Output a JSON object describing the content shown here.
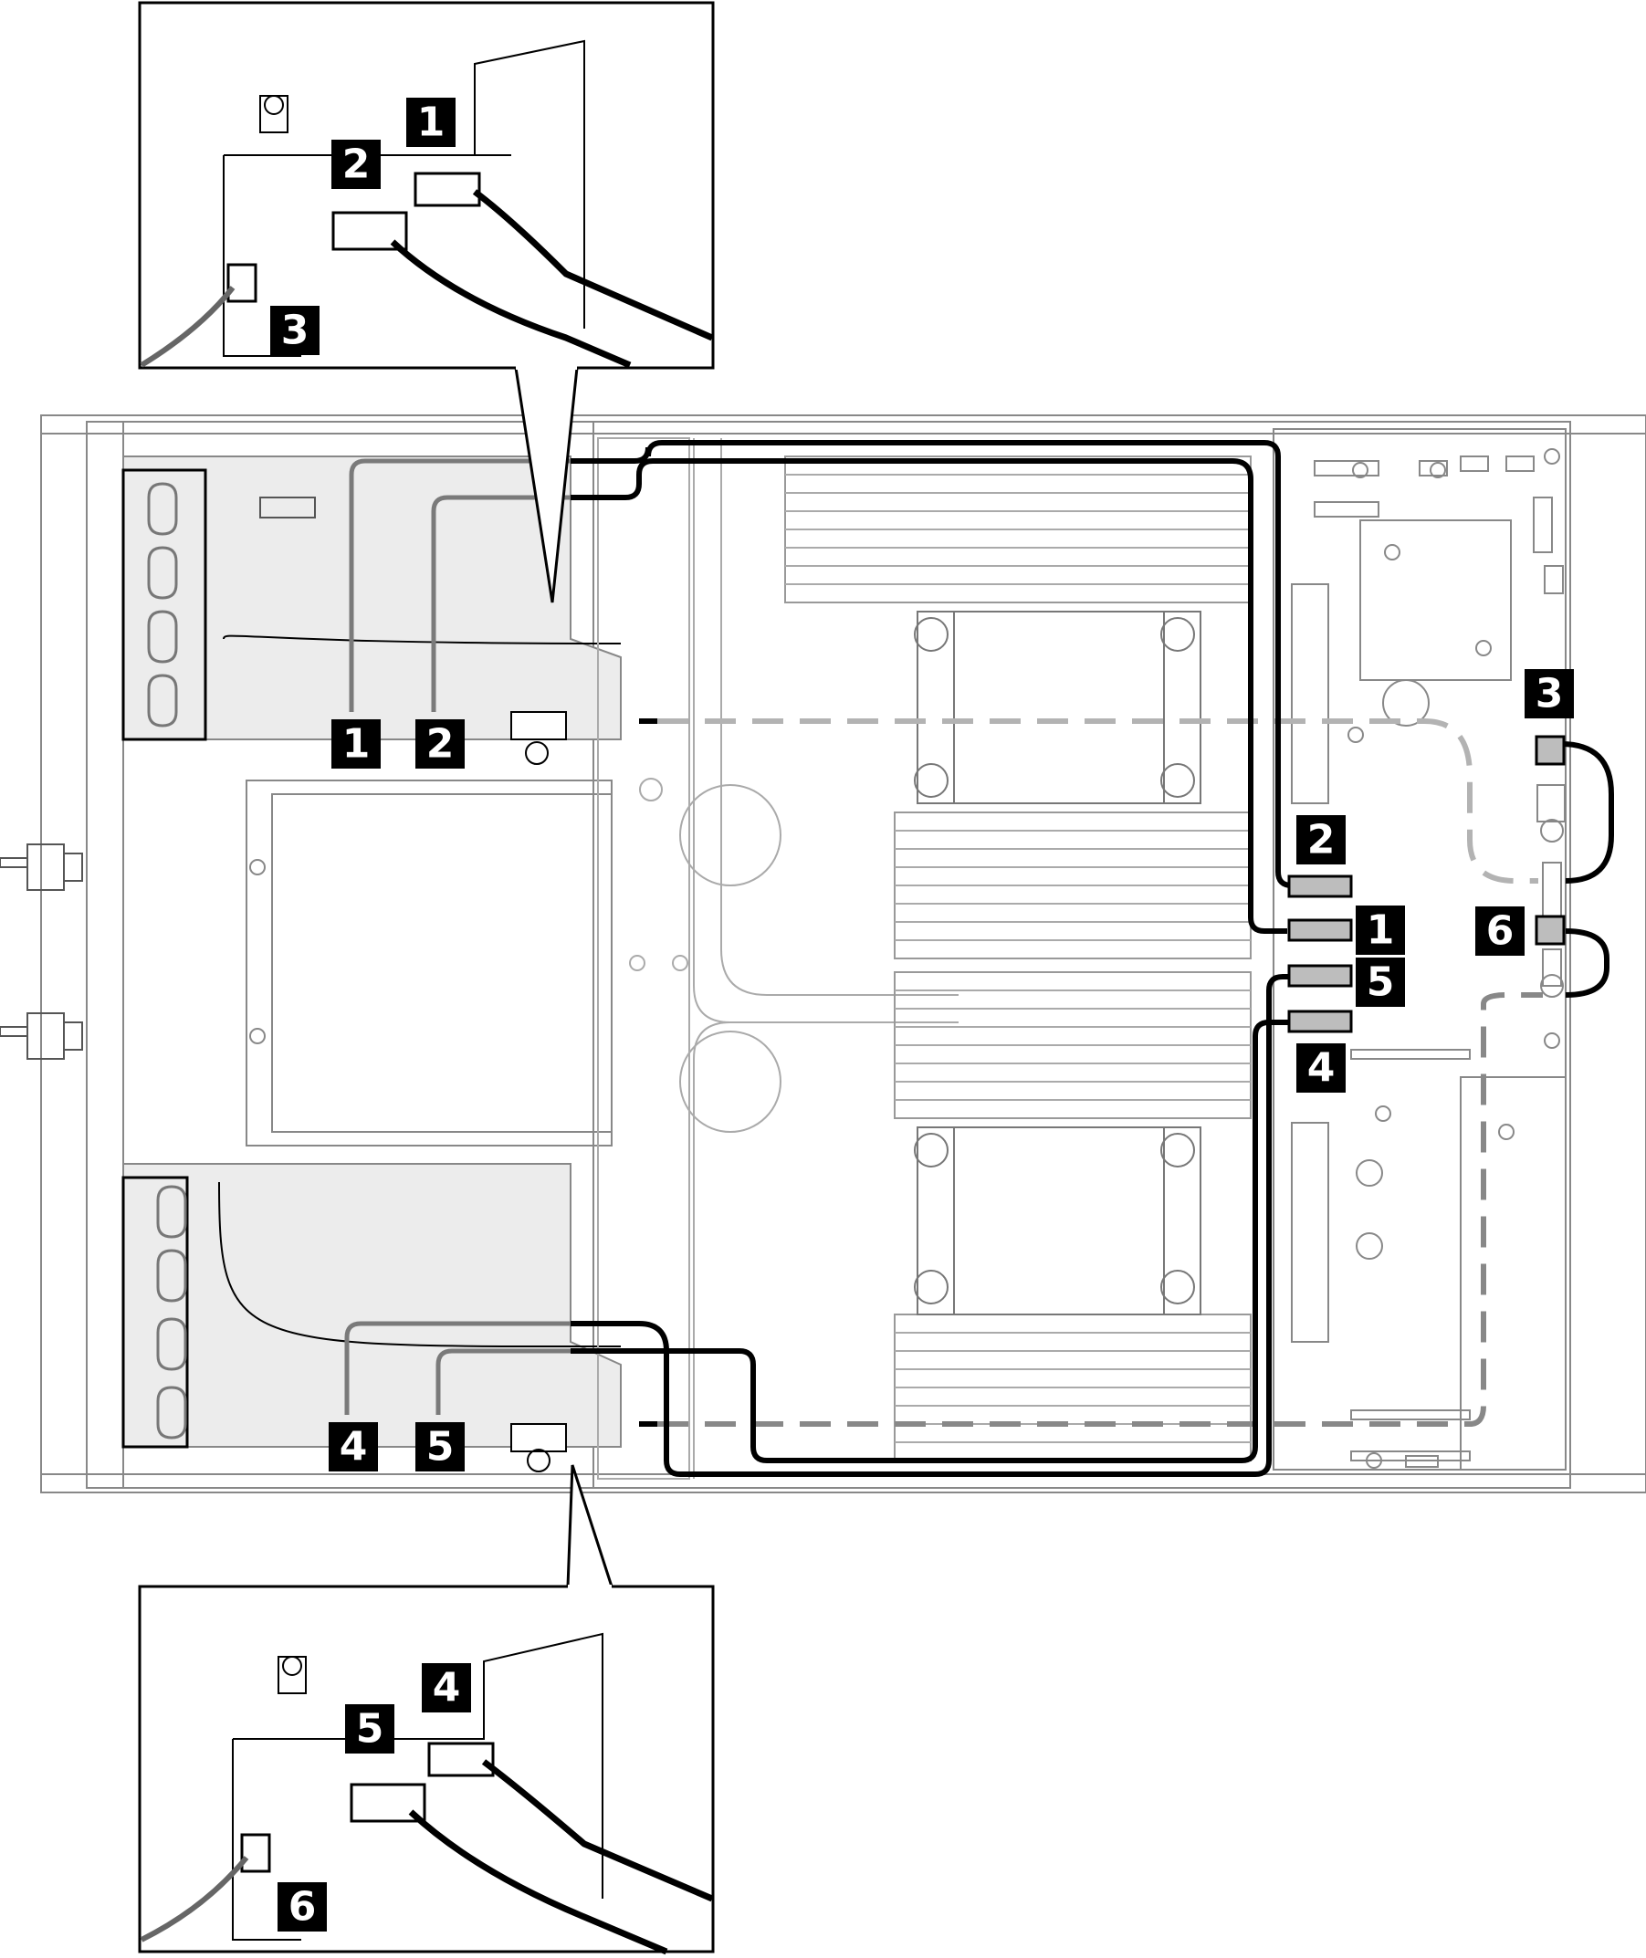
{
  "callouts": {
    "top_inset": [
      "1",
      "2",
      "3"
    ],
    "bottom_inset": [
      "4",
      "5",
      "6"
    ],
    "riser1": [
      "1",
      "2"
    ],
    "riser2": [
      "4",
      "5"
    ],
    "board_right": [
      "2",
      "1",
      "5",
      "4"
    ],
    "board_far_right": [
      "3",
      "6"
    ]
  },
  "colors": {
    "signal_cable": "#000000",
    "grey_cable": "#7a7a7a",
    "sideband_cable": "#b3b3b3",
    "riser_fill": "#ececec",
    "connector_fill": "#bdbdbd"
  }
}
